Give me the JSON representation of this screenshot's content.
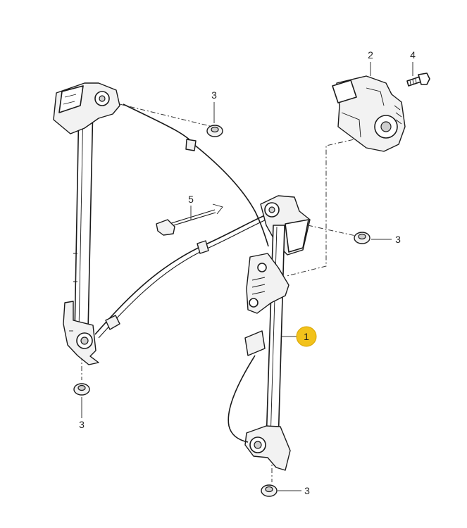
{
  "callouts": [
    {
      "id": "c1",
      "label": "1",
      "highlighted": true
    },
    {
      "id": "c2",
      "label": "2",
      "highlighted": false
    },
    {
      "id": "c3a",
      "label": "3",
      "highlighted": false
    },
    {
      "id": "c3b",
      "label": "3",
      "highlighted": false
    },
    {
      "id": "c3c",
      "label": "3",
      "highlighted": false
    },
    {
      "id": "c3d",
      "label": "3",
      "highlighted": false
    },
    {
      "id": "c4",
      "label": "4",
      "highlighted": false
    },
    {
      "id": "c5",
      "label": "5",
      "highlighted": false
    }
  ],
  "colors": {
    "highlight_fill": "#f2c21b",
    "highlight_stroke": "#d9a400",
    "line": "#1a1a1a",
    "background": "#ffffff"
  }
}
